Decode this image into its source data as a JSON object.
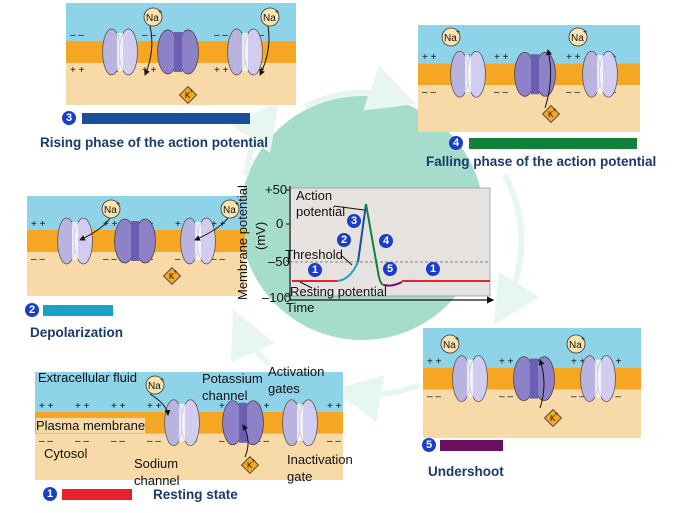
{
  "colors": {
    "fluid": "#8fd3e8",
    "membrane": "#f5a623",
    "cytosol": "#f8d9a8",
    "channel": "#b9b3e0",
    "circle": "#a6dccb",
    "phase1": "#e8202a",
    "phase2": "#1aa1c8",
    "phase3": "#1a4f9c",
    "phase4": "#10803a",
    "phase5": "#6b1060",
    "badge": "#1a3ec8"
  },
  "ions": {
    "sodium": "Na",
    "sodium_charge": "+",
    "potassium": "K",
    "potassium_charge": "+"
  },
  "charges": {
    "plus": "+ +",
    "minus": "– –"
  },
  "panels": {
    "rising": {
      "number": "3",
      "title": "Rising phase of the action potential"
    },
    "falling": {
      "number": "4",
      "title": "Falling phase of the action potential"
    },
    "depolarization": {
      "number": "2",
      "title": "Depolarization"
    },
    "undershoot": {
      "number": "5",
      "title": "Undershoot"
    },
    "resting": {
      "number": "1",
      "title": "Resting state",
      "labels": {
        "extracellular": "Extracellular fluid",
        "membrane": "Plasma membrane",
        "cytosol": "Cytosol",
        "potassium_channel_1": "Potassium",
        "potassium_channel_2": "channel",
        "activation_1": "Activation",
        "activation_2": "gates",
        "sodium_channel_1": "Sodium",
        "sodium_channel_2": "channel",
        "inactivation_1": "Inactivation",
        "inactivation_2": "gate"
      }
    }
  },
  "graph": {
    "y_axis": "Membrane potential",
    "y_unit": "(mV)",
    "y_ticks": [
      "+50",
      "0",
      "–50",
      "–100"
    ],
    "x_axis": "Time",
    "threshold": "Threshold",
    "resting": "Resting potential",
    "action_1": "Action",
    "action_2": "potential",
    "phase_numbers": [
      "1",
      "2",
      "3",
      "4",
      "5",
      "1"
    ]
  }
}
